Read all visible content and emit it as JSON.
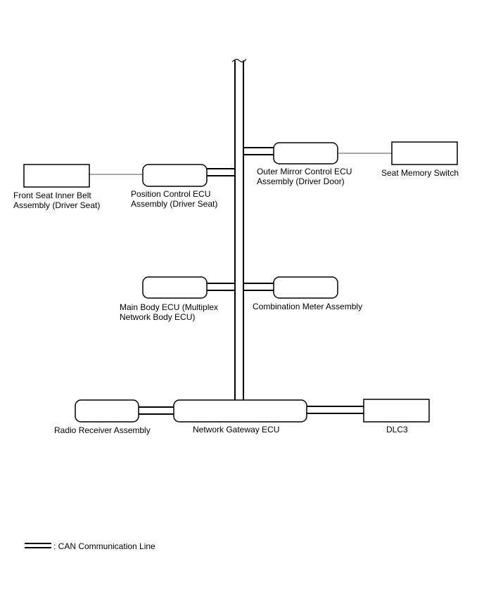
{
  "components": {
    "front_seat_belt": {
      "line1": "Front Seat Inner Belt",
      "line2": "Assembly (Driver Seat)"
    },
    "position_control": {
      "line1": "Position Control ECU",
      "line2": "Assembly (Driver Seat)"
    },
    "outer_mirror": {
      "line1": "Outer Mirror Control ECU",
      "line2": "Assembly (Driver Door)"
    },
    "seat_memory_switch": {
      "label": "Seat Memory Switch"
    },
    "main_body": {
      "line1": "Main Body ECU (Multiplex",
      "line2": "Network Body ECU)"
    },
    "combination_meter": {
      "label": "Combination Meter Assembly"
    },
    "radio_receiver": {
      "label": "Radio Receiver Assembly"
    },
    "network_gateway": {
      "label": "Network Gateway ECU"
    },
    "dlc3": {
      "label": "DLC3"
    }
  },
  "legend": {
    "label": ": CAN Communication Line"
  }
}
